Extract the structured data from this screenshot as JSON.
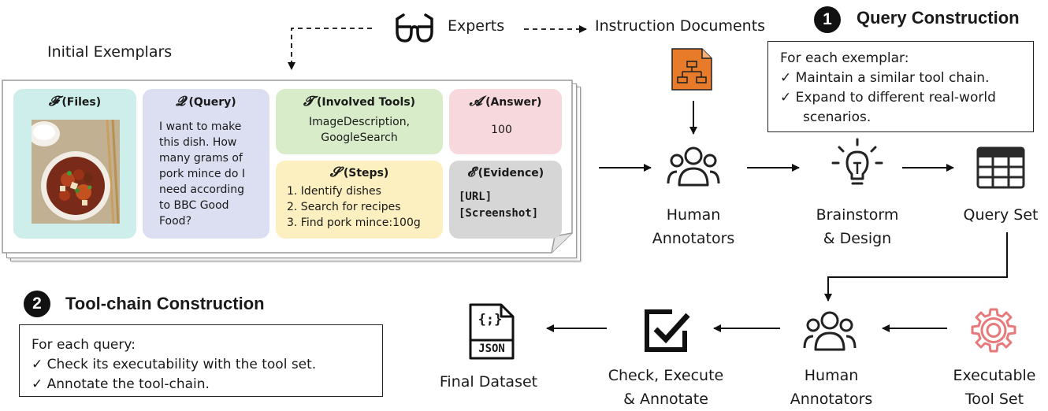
{
  "top": {
    "experts_label": "Experts",
    "instruction_label": "Instruction  Documents",
    "initial_exemplars_label": "Initial Exemplars"
  },
  "section1": {
    "number": "1",
    "title": "Query Construction",
    "intro": "For each exemplar:",
    "items": [
      "✓  Maintain a similar tool chain.",
      "✓  Expand to different real-world",
      "scenarios."
    ]
  },
  "section2": {
    "number": "2",
    "title": "Tool-chain Construction",
    "intro": "For each query:",
    "items": [
      "✓  Check its executability with the tool set.",
      "✓  Annotate the tool-chain."
    ]
  },
  "cards": {
    "files": {
      "symbol": "𝓕",
      "label": "(Files)"
    },
    "query": {
      "symbol": "𝓠",
      "label": "(Query)",
      "lines": [
        "I want to make",
        "this dish. How",
        "many grams of",
        "pork mince do I",
        "need according",
        "to BBC Good",
        "Food?"
      ]
    },
    "tools": {
      "symbol": "𝓣",
      "label": "(Involved Tools)",
      "lines": [
        "ImageDescription,",
        "GoogleSearch"
      ]
    },
    "answer": {
      "symbol": "𝓐",
      "label": "(Answer)",
      "value": "100"
    },
    "steps": {
      "symbol": "𝓢",
      "label": "(Steps)",
      "lines": [
        "1. Identify dishes",
        "2. Search for recipes",
        "3. Find pork mince:100g"
      ]
    },
    "evidence": {
      "symbol": "𝓔",
      "label": "(Evidence)",
      "lines": [
        "[URL]",
        "[Screenshot]"
      ]
    }
  },
  "nodes": {
    "human_annotators_top": [
      "Human",
      "Annotators"
    ],
    "brainstorm": [
      "Brainstorm",
      "& Design"
    ],
    "query_set": [
      "Query Set"
    ],
    "human_annotators_bottom": [
      "Human",
      "Annotators"
    ],
    "executable_tool_set": [
      "Executable",
      "Tool Set"
    ],
    "check_execute": [
      "Check, Execute",
      "& Annotate"
    ],
    "final_dataset": [
      "Final Dataset"
    ],
    "json_label": "JSON",
    "json_braces": "{;}"
  },
  "colors": {
    "files_card": "#cdeeea",
    "query_card": "#dcdff2",
    "tools_card": "#d9ecc9",
    "answer_card": "#f7d8dc",
    "steps_card": "#fcefc0",
    "evidence_card": "#d6d6d6",
    "document_icon": "#e87b2a",
    "gear_icon": "#e8797a"
  }
}
